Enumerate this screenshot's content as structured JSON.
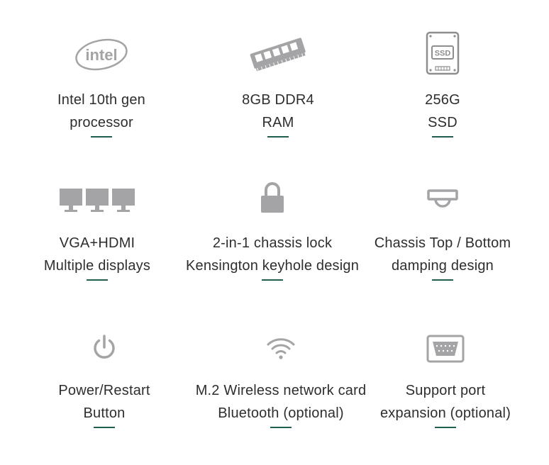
{
  "brand": {
    "intel_logo": "intel"
  },
  "features": [
    {
      "line1": "Intel 10th gen",
      "line2": "processor",
      "icon": "intel-logo-icon"
    },
    {
      "line1": "8GB DDR4",
      "line2": "RAM",
      "icon": "ram-module-icon"
    },
    {
      "line1": "256G",
      "line2": "SSD",
      "icon": "ssd-drive-icon",
      "icon_text": "SSD"
    },
    {
      "line1": "VGA+HDMI",
      "line2": "Multiple displays",
      "icon": "triple-monitor-icon"
    },
    {
      "line1": "2-in-1 chassis lock",
      "line2": "Kensington keyhole design",
      "icon": "padlock-icon"
    },
    {
      "line1": "Chassis Top / Bottom",
      "line2": "damping design",
      "icon": "damping-mount-icon"
    },
    {
      "line1": "Power/Restart",
      "line2": "Button",
      "icon": "power-icon"
    },
    {
      "line1": "M.2 Wireless network card",
      "line2": "Bluetooth (optional)",
      "icon": "wifi-icon"
    },
    {
      "line1": "Support port",
      "line2": "expansion (optional)",
      "icon": "serial-port-icon"
    }
  ],
  "colors": {
    "icon_gray": "#a4a4a6",
    "text": "#2e2e2e",
    "accent_underline": "#1e5f4f"
  }
}
